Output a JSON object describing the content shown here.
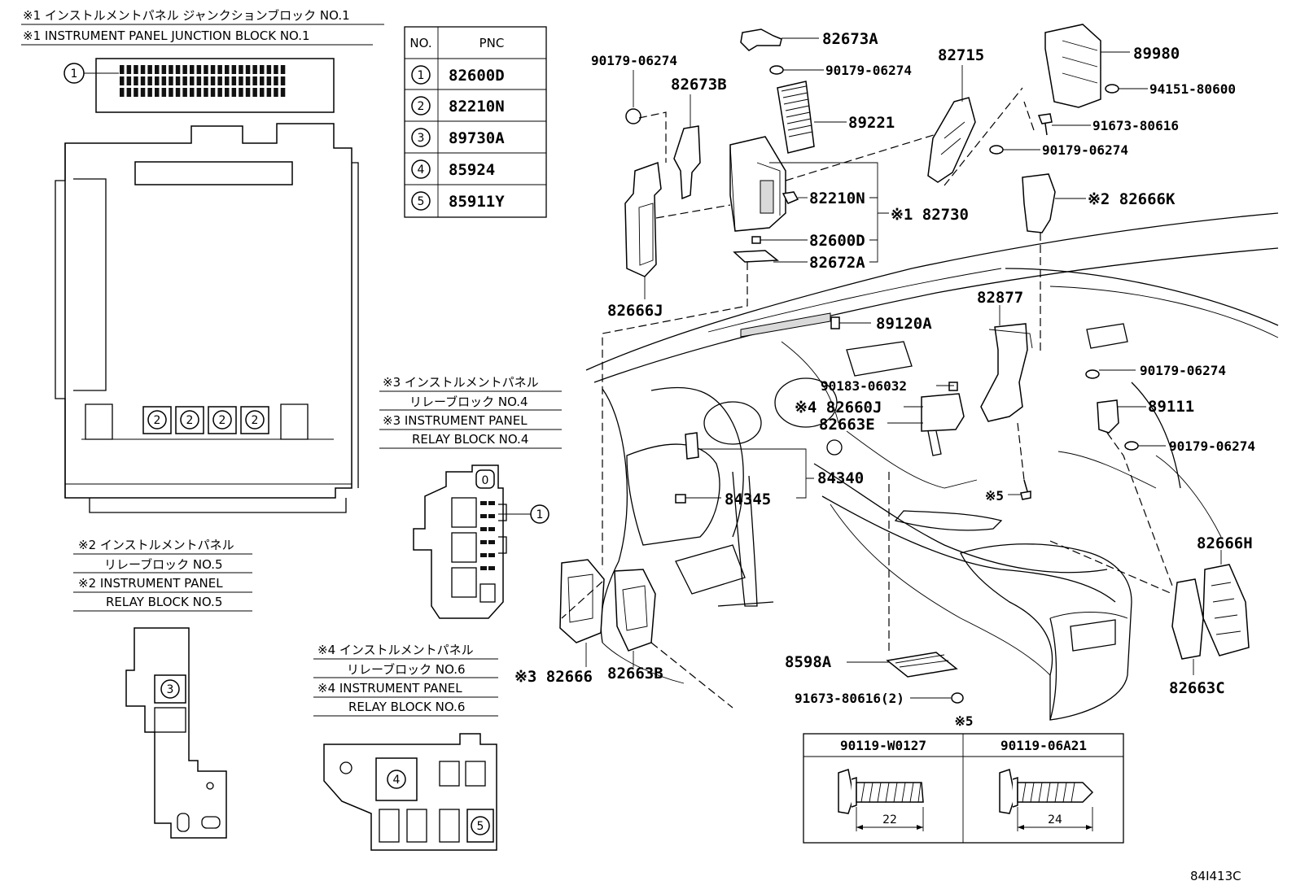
{
  "captions": {
    "jb1_jp": "※1 インストルメントパネル ジャンクションブロック NO.1",
    "jb1_en": "※1 INSTRUMENT PANEL JUNCTION BLOCK NO.1",
    "rb4_jp1": "※3 インストルメントパネル",
    "rb4_jp2": "リレーブロック NO.4",
    "rb4_en1": "※3 INSTRUMENT PANEL",
    "rb4_en2": "RELAY BLOCK NO.4",
    "rb5_jp1": "※2 インストルメントパネル",
    "rb5_jp2": "リレーブロック NO.5",
    "rb5_en1": "※2 INSTRUMENT PANEL",
    "rb5_en2": "RELAY BLOCK NO.5",
    "rb6_jp1": "※4 インストルメントパネル",
    "rb6_jp2": "リレーブロック NO.6",
    "rb6_en1": "※4 INSTRUMENT PANEL",
    "rb6_en2": "RELAY BLOCK NO.6"
  },
  "pnc_table": {
    "header_no": "NO.",
    "header_pnc": "PNC",
    "rows": [
      {
        "no": "1",
        "pnc": "82600D"
      },
      {
        "no": "2",
        "pnc": "82210N"
      },
      {
        "no": "3",
        "pnc": "89730A"
      },
      {
        "no": "4",
        "pnc": "85924"
      },
      {
        "no": "5",
        "pnc": "85911Y"
      }
    ]
  },
  "callouts": {
    "c1": "1",
    "c2": "2",
    "c3": "3",
    "c4": "4",
    "c5": "5",
    "c0": "0"
  },
  "part_labels": {
    "p82673A": "82673A",
    "p90179_a": "90179-06274",
    "p90179_b": "90179-06274",
    "p82673B": "82673B",
    "p89221": "89221",
    "p82715": "82715",
    "p89980": "89980",
    "p94151": "94151-80600",
    "p91673": "91673-80616",
    "p90179_c": "90179-06274",
    "p82210N": "82210N",
    "p82730": "※1 82730",
    "p82666K": "※2 82666K",
    "p82600D": "82600D",
    "p82672A": "82672A",
    "p82666J": "82666J",
    "p82877": "82877",
    "p89120A": "89120A",
    "p90179_d": "90179-06274",
    "p90183": "90183-06032",
    "p82660J": "※4 82660J",
    "p82663E": "82663E",
    "p89111": "89111",
    "p90179_e": "90179-06274",
    "p84340": "84340",
    "p84345": "84345",
    "p_star5": "※5",
    "p82666H": "82666H",
    "p8598A": "8598A",
    "p91673_2": "91673-80616(2)",
    "p82666": "※3 82666",
    "p82663B": "82663B",
    "p82663C": "82663C"
  },
  "bolt_table": {
    "title": "※5",
    "col1_part": "90119-W0127",
    "col2_part": "90119-06A21",
    "col1_len": "22",
    "col2_len": "24"
  },
  "figure_code": "84I413C"
}
